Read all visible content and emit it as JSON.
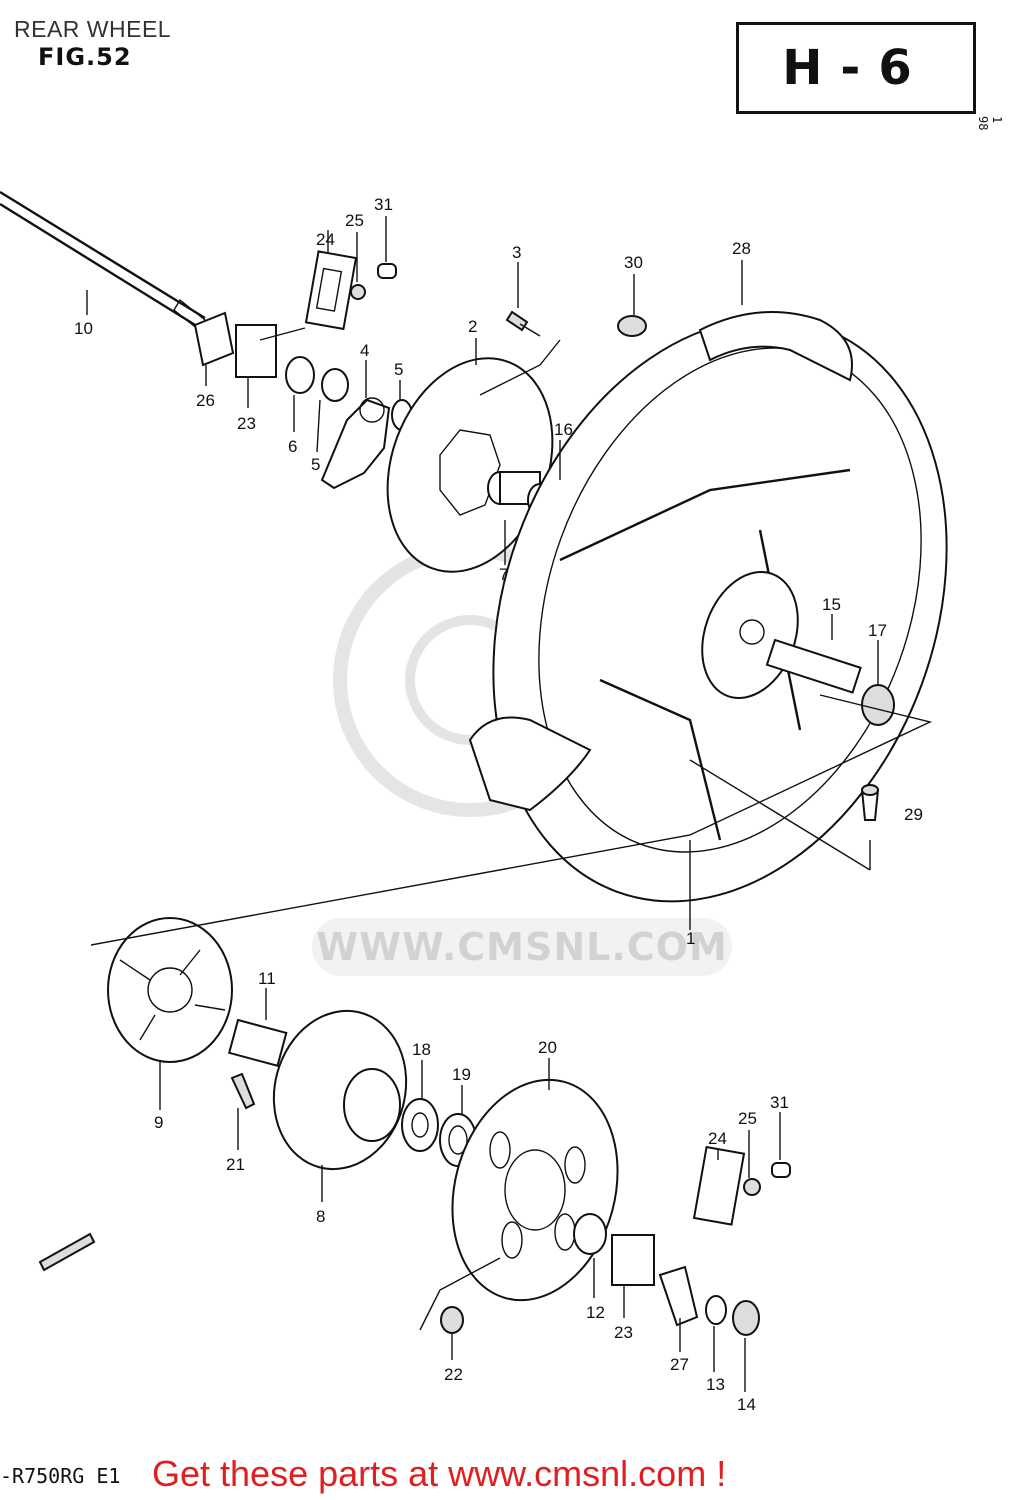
{
  "page": {
    "title": "REAR WHEEL",
    "figure": "FIG.52",
    "section": "H-6",
    "side_mark": "1 98",
    "model": "-R750RG E1"
  },
  "watermark": "WWW.CMSNL.COM",
  "footer": {
    "link_text": "Get these parts at www.cmsnl.com !"
  },
  "callouts": {
    "c10": "10",
    "c26": "26",
    "c23a": "23",
    "c24a": "24",
    "c25a": "25",
    "c31a": "31",
    "c6": "6",
    "c5a": "5",
    "c4": "4",
    "c5b": "5",
    "c3": "3",
    "c2": "2",
    "c16": "16",
    "c7": "7",
    "c30": "30",
    "c28": "28",
    "c15": "15",
    "c17": "17",
    "c29": "29",
    "c1": "1",
    "c9": "9",
    "c11": "11",
    "c21": "21",
    "c8": "8",
    "c18": "18",
    "c19": "19",
    "c20": "20",
    "c12": "12",
    "c22": "22",
    "c23b": "23",
    "c27": "27",
    "c13": "13",
    "c14": "14",
    "c24b": "24",
    "c25b": "25",
    "c31b": "31"
  }
}
